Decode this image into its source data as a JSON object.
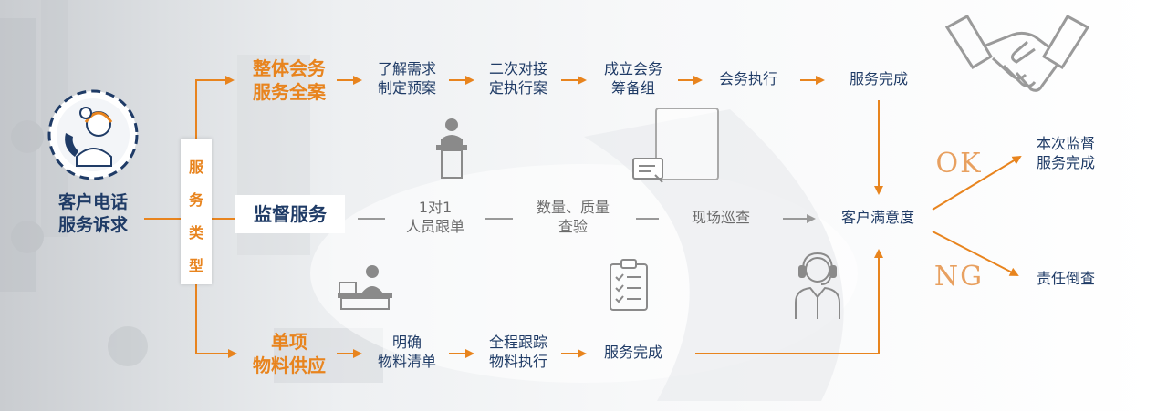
{
  "colors": {
    "navy": "#1f3b66",
    "orange": "#e8841e",
    "gray_text": "#6b6b6b",
    "gray_line": "#a9a9a9",
    "ok_ng": "#e8a060"
  },
  "start": {
    "line1": "客户电话",
    "line2": "服务诉求",
    "icon": "phone-operator-icon"
  },
  "type_box": {
    "chars": [
      "服",
      "务",
      "类",
      "型"
    ]
  },
  "top_row": {
    "category": {
      "line1": "整体会务",
      "line2": "服务全案"
    },
    "steps": [
      {
        "line1": "了解需求",
        "line2": "制定预案"
      },
      {
        "line1": "二次对接",
        "line2": "定执行案"
      },
      {
        "line1": "成立会务",
        "line2": "筹备组"
      },
      {
        "line1": "会务执行",
        "line2": ""
      },
      {
        "line1": "服务完成",
        "line2": ""
      }
    ]
  },
  "middle_row": {
    "category": "监督服务",
    "steps": [
      {
        "line1": "1对1",
        "line2": "人员跟单"
      },
      {
        "line1": "数量、质量",
        "line2": "查验"
      },
      {
        "line1": "现场巡查",
        "line2": ""
      }
    ],
    "satisfaction": "客户满意度"
  },
  "bottom_row": {
    "category": {
      "line1": "单项",
      "line2": "物料供应"
    },
    "steps": [
      {
        "line1": "明确",
        "line2": "物料清单"
      },
      {
        "line1": "全程跟踪",
        "line2": "物料执行"
      },
      {
        "line1": "服务完成",
        "line2": ""
      }
    ]
  },
  "outcomes": {
    "ok_label": "OK",
    "ok_result": {
      "line1": "本次监督",
      "line2": "服务完成"
    },
    "ng_label": "NG",
    "ng_result": "责任倒查"
  },
  "decor_icons": [
    "handshake-icon",
    "receptionist-icon",
    "monitor-icon",
    "desk-worker-icon",
    "checklist-icon",
    "support-agent-icon"
  ]
}
